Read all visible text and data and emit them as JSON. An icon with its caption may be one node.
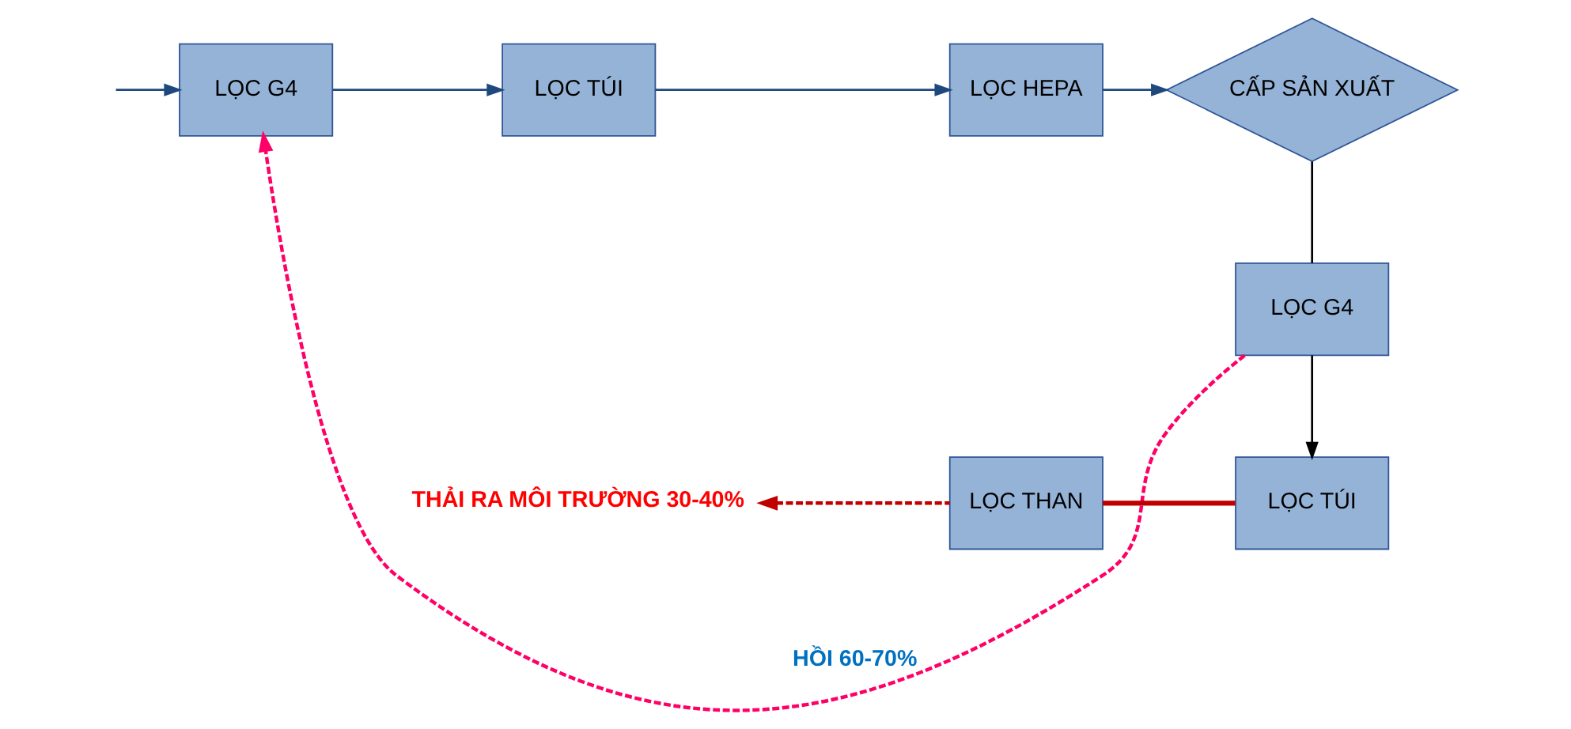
{
  "diagram": {
    "nodes": [
      {
        "text": [
          "LỌC G4"
        ]
      },
      {
        "text": [
          "LỌC TÚI"
        ]
      },
      {
        "text": [
          "LỌC HEPA"
        ]
      },
      {
        "text": [
          "CẤP SẢN XUẤT"
        ]
      },
      {
        "text": [
          "LỌC G4"
        ]
      },
      {
        "text": [
          "LỌC TÚI"
        ]
      },
      {
        "text": [
          "LỌC THAN"
        ]
      },
      {
        "text": [
          "THẢI RA MÔI TRƯỜNG 30-40%"
        ]
      }
    ],
    "edges": [
      {
        "from": null,
        "to": 0,
        "arrow": "to",
        "color": "#1f497d"
      },
      {
        "from": 0,
        "to": 1,
        "arrow": "to",
        "color": "#1f497d"
      },
      {
        "from": 1,
        "to": 2,
        "arrow": "to",
        "color": "#1f497d"
      },
      {
        "from": 2,
        "to": 3,
        "arrow": "to",
        "color": "#1f497d"
      },
      {
        "from": 3,
        "to": 4,
        "arrow": "none",
        "color": "#000000"
      },
      {
        "from": 4,
        "to": 5,
        "arrow": "to",
        "color": "#000000"
      },
      {
        "from": 4,
        "to": 0,
        "arrow": "to",
        "style": "dashed",
        "color": "#ff0066",
        "label": "HỒI 60-70%"
      },
      {
        "from": 5,
        "to": 6,
        "arrow": "none",
        "style": "thick",
        "color": "#c00000"
      },
      {
        "from": 6,
        "to": 7,
        "arrow": "to",
        "style": "dashed",
        "color": "#c00000"
      }
    ]
  }
}
